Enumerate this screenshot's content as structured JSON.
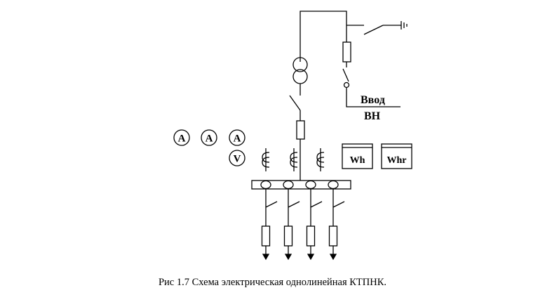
{
  "diagram": {
    "input_label_top": "Ввод",
    "input_label_bottom": "ВН",
    "meters": [
      "Wh",
      "Whr"
    ],
    "ammeters": [
      "A",
      "A",
      "A"
    ],
    "voltmeter": "V",
    "feeder_count": 4
  },
  "caption": "Рис 1.7 Схема электрическая однолинейная КТПНК."
}
